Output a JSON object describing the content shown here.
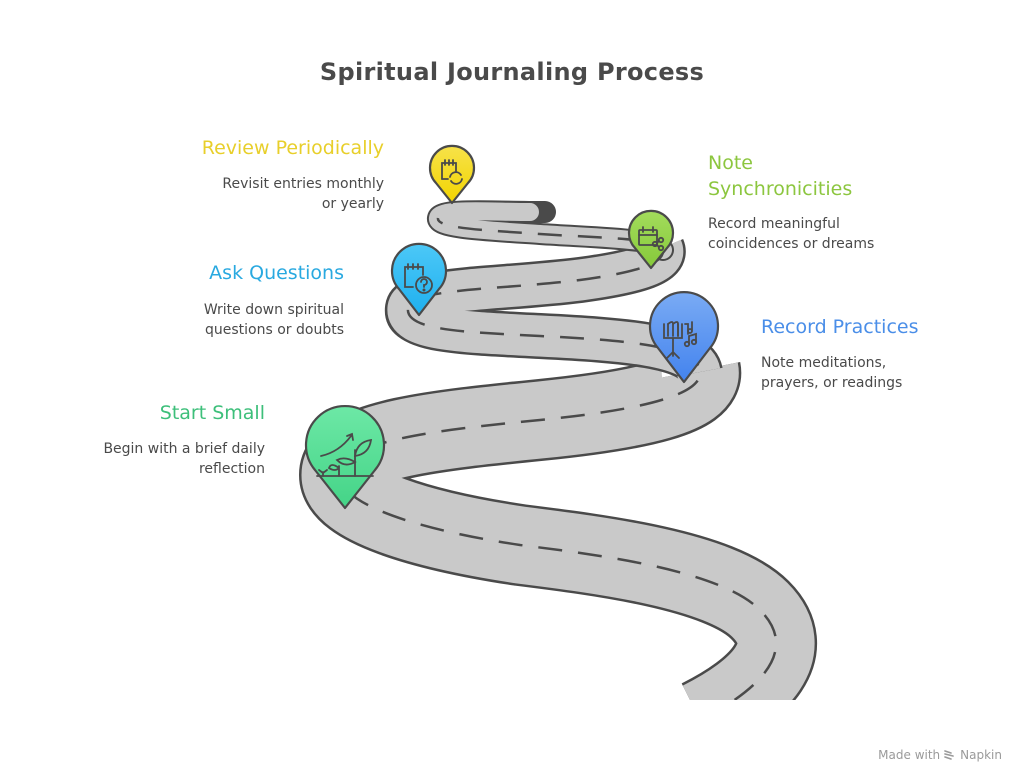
{
  "title": "Spiritual Journaling Process",
  "steps": [
    {
      "id": "review",
      "title": "Review Periodically",
      "desc_lines": [
        "Revisit entries monthly",
        "or yearly"
      ],
      "color": "#e8cf2a",
      "pin_color": "#f5dc23",
      "icon": "calendar-refresh-icon"
    },
    {
      "id": "note",
      "title_lines": [
        "Note",
        "Synchronicities"
      ],
      "desc_lines": [
        "Record meaningful",
        "coincidences or dreams"
      ],
      "color": "#8cc63f",
      "pin_color": "#93d44a",
      "icon": "calendar-share-icon"
    },
    {
      "id": "ask",
      "title": "Ask Questions",
      "desc_lines": [
        "Write down spiritual",
        "questions or doubts"
      ],
      "color": "#29a9e0",
      "pin_color": "#2ab8f2",
      "icon": "calendar-question-icon"
    },
    {
      "id": "record",
      "title": "Record Practices",
      "desc_lines": [
        "Note meditations,",
        "prayers, or readings"
      ],
      "color": "#4a8ee8",
      "pin_color": "#5592ef",
      "icon": "music-stand-icon"
    },
    {
      "id": "start",
      "title": "Start Small",
      "desc_lines": [
        "Begin with a brief daily",
        "reflection"
      ],
      "color": "#3dbf7a",
      "pin_color": "#4fdc93",
      "icon": "growing-plant-icon"
    }
  ],
  "footer": {
    "made_with": "Made with",
    "brand": "Napkin"
  }
}
